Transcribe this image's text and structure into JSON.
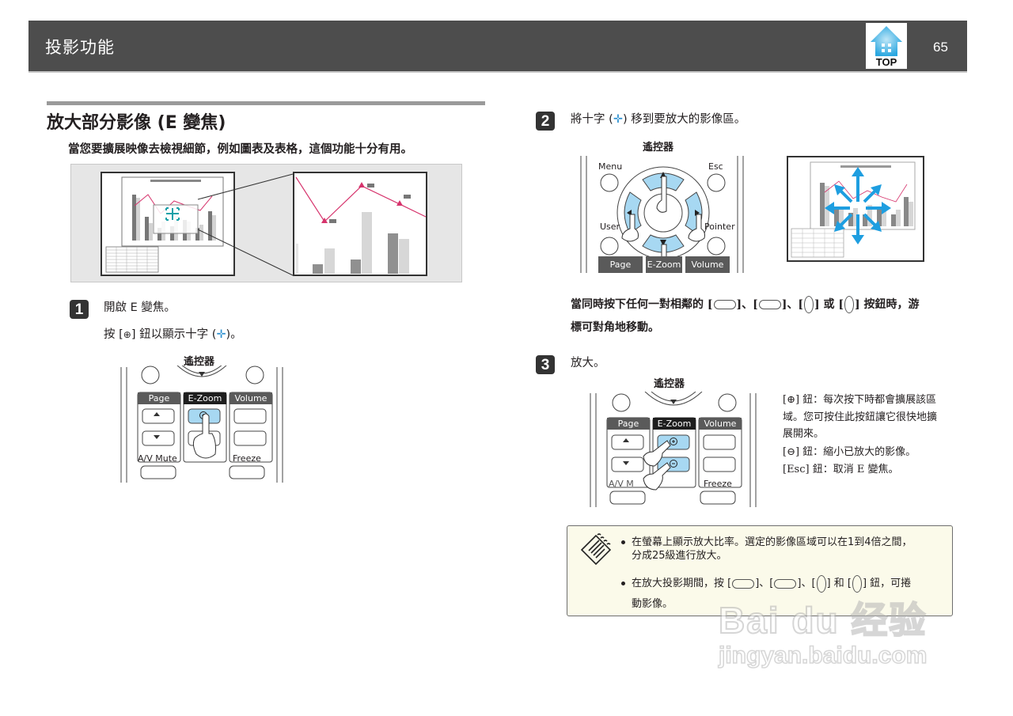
{
  "header": {
    "title": "投影功能",
    "top_button_label": "TOP",
    "page_number": "65",
    "colors": {
      "bar": "#4d4d4d",
      "top_icon": "#2aa7e0"
    }
  },
  "section": {
    "title_prefix": "放大部分影像 (E ",
    "title_suffix": "變焦)",
    "intro": "當您要擴展映像去檢視細節，例如圖表及表格，這個功能十分有用。"
  },
  "steps": [
    {
      "number": "1",
      "title": "開啟 E 變焦。",
      "instruction_prefix": "按 [",
      "instruction_middle": "] 鈕以顯示十字 (",
      "instruction_suffix": ")。",
      "remote_caption": "遙控器",
      "remote_labels": {
        "page": "Page",
        "ezoom": "E-Zoom",
        "volume": "Volume",
        "av_mute": "A/V Mute",
        "freeze": "Freeze"
      }
    },
    {
      "number": "2",
      "title_prefix": "將十字 (",
      "title_suffix": ") 移到要放大的影像區。",
      "remote_caption": "遙控器",
      "remote_labels": {
        "menu": "Menu",
        "esc": "Esc",
        "user": "User",
        "pointer": "Pointer",
        "page": "Page",
        "ezoom": "E-Zoom",
        "volume": "Volume"
      },
      "diagonal_text_1": "當同時按下任何一對相鄰的 [",
      "diagonal_sep_1": "]、[",
      "diagonal_sep_2": "]、[",
      "diagonal_or": "] 或 [",
      "diagonal_text_2": "] 按鈕時，游",
      "diagonal_text_3": "標可對角地移動。"
    },
    {
      "number": "3",
      "title": "放大。",
      "remote_caption": "遙控器",
      "remote_labels": {
        "page": "Page",
        "ezoom": "E-Zoom",
        "volume": "Volume",
        "av_mute": "A/V M",
        "freeze": "Freeze"
      },
      "descriptions": [
        {
          "key": "[⊕] 鈕：",
          "text_line1": "每次按下時都會擴展該區",
          "text_line2": "域。您可按住此按鈕讓它很快地擴",
          "text_line3": "展開來。"
        },
        {
          "key": "[⊖] 鈕：",
          "text_line1": "縮小已放大的影像。"
        },
        {
          "key": "[Esc] 鈕：",
          "text_line1": "取消 E 變焦。"
        }
      ]
    }
  ],
  "note": {
    "items": [
      {
        "line1": "在螢幕上顯示放大比率。選定的影像區域可以在1到4倍之間，",
        "line2": "分成25級進行放大。"
      },
      {
        "prefix": "在放大投影期間，按 [",
        "sep1": "]、[",
        "sep2": "]、[",
        "and": "] 和 [",
        "suffix": "] 鈕，可捲",
        "line2": "動影像。"
      }
    ]
  },
  "watermark": {
    "brand": "Bai du 经验",
    "url": "jingyan.baidu.com"
  }
}
